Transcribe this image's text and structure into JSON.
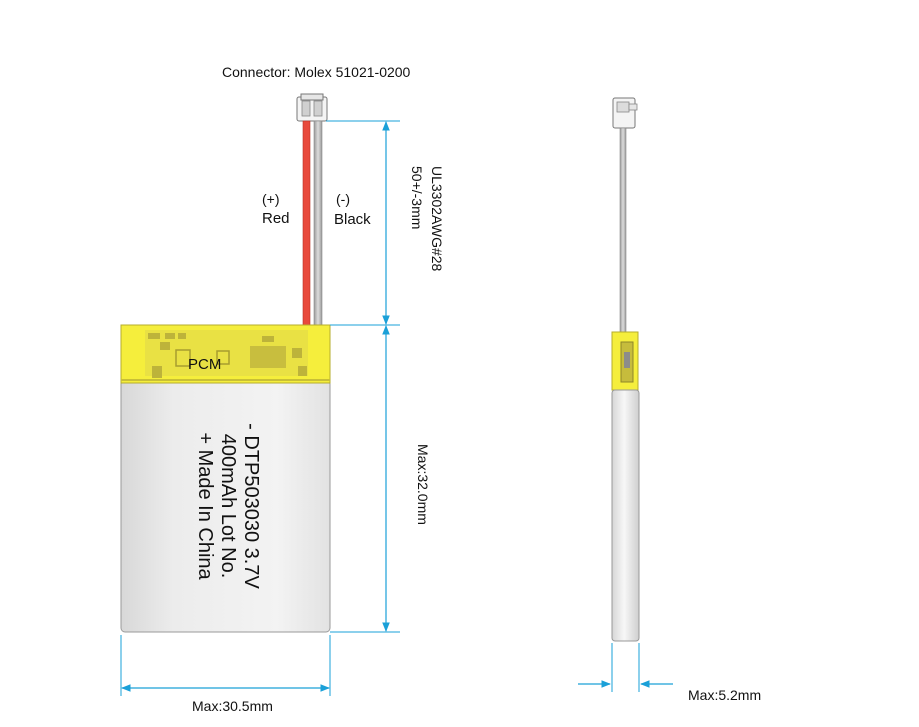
{
  "connector": {
    "label": "Connector: Molex 51021-0200"
  },
  "wires": {
    "positive": {
      "polarity": "(+)",
      "color_name": "Red"
    },
    "negative": {
      "polarity": "(-)",
      "color_name": "Black"
    },
    "spec_line1": "UL3302AWG#28",
    "spec_line2": "50+/-3mm"
  },
  "pcm": {
    "label": "PCM"
  },
  "cell_label": {
    "line1": "- DTP503030 3.7V",
    "line2": "400mAh Lot No.",
    "line3": "+ Made In China"
  },
  "dimensions": {
    "height": "Max:32.0mm",
    "width": "Max:30.5mm",
    "thickness": "Max:5.2mm"
  },
  "colors": {
    "dimension": "#1aa0d8",
    "pcm": "#f5ee3c",
    "pcm_components": "#c9c04a",
    "red_wire": "#e84a3c",
    "cell_body": "#e8e8e8",
    "outline": "#8c8c8c"
  }
}
